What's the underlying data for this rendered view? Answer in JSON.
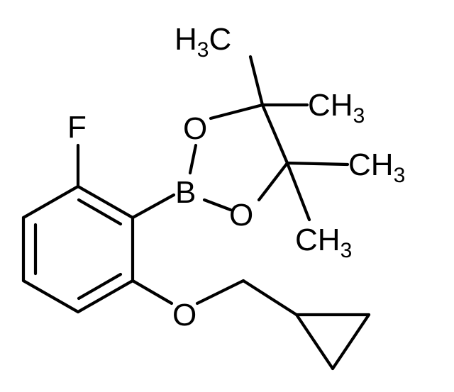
{
  "molecule": {
    "atoms": {
      "fluorine": "F",
      "boron": "B",
      "oxygen_upper": "O",
      "oxygen_lower": "O",
      "oxygen_ether": "O"
    },
    "methyls": {
      "top": {
        "lead": "H",
        "sub": "3",
        "tail": "C"
      },
      "upper_right": {
        "lead": "CH",
        "sub": "3"
      },
      "lower_right": {
        "lead": "CH",
        "sub": "3"
      },
      "bottom": {
        "lead": "CH",
        "sub": "3"
      }
    }
  }
}
